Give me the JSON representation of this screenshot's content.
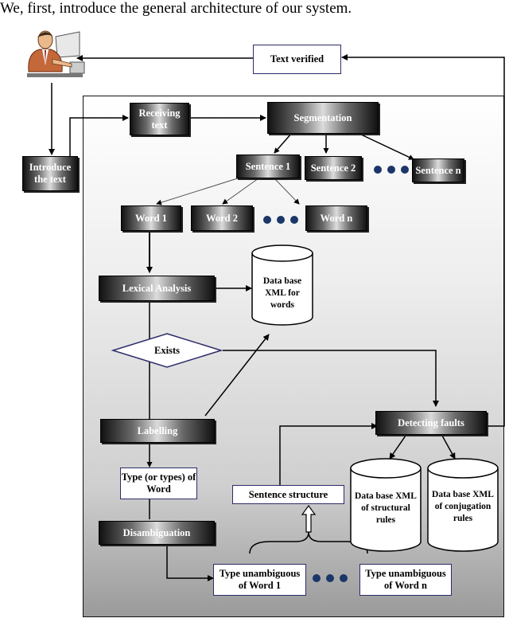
{
  "intro_text": "We, first, introduce the general architecture of our system.",
  "icons": {
    "user": "user-at-computer-icon"
  },
  "nodes": {
    "text_verified": "Text verified",
    "receiving_text": "Receiving text",
    "segmentation": "Segmentation",
    "introduce_text": "Introduce the text",
    "sentence_1": "Sentence 1",
    "sentence_2": "Sentence 2",
    "sentence_n": "Sentence n",
    "word_1": "Word 1",
    "word_2": "Word 2",
    "word_n": "Word n",
    "lexical_analysis": "Lexical Analysis",
    "exists": "Exists",
    "labelling": "Labelling",
    "detecting_faults": "Detecting faults",
    "type_of_word": "Type (or types) of Word",
    "sentence_structure": "Sentence structure",
    "disambiguation": "Disambiguation",
    "type_unambiguous_1": "Type unambiguous of Word 1",
    "type_unambiguous_n": "Type unambiguous of Word n"
  },
  "databases": {
    "words": "Data base XML for words",
    "structural": "Data base XML of structural rules",
    "conjugation": "Data base XML of conjugation rules"
  },
  "colors": {
    "ellipsis_dots": "#1b3668",
    "node_border": "#2c2c6a"
  }
}
